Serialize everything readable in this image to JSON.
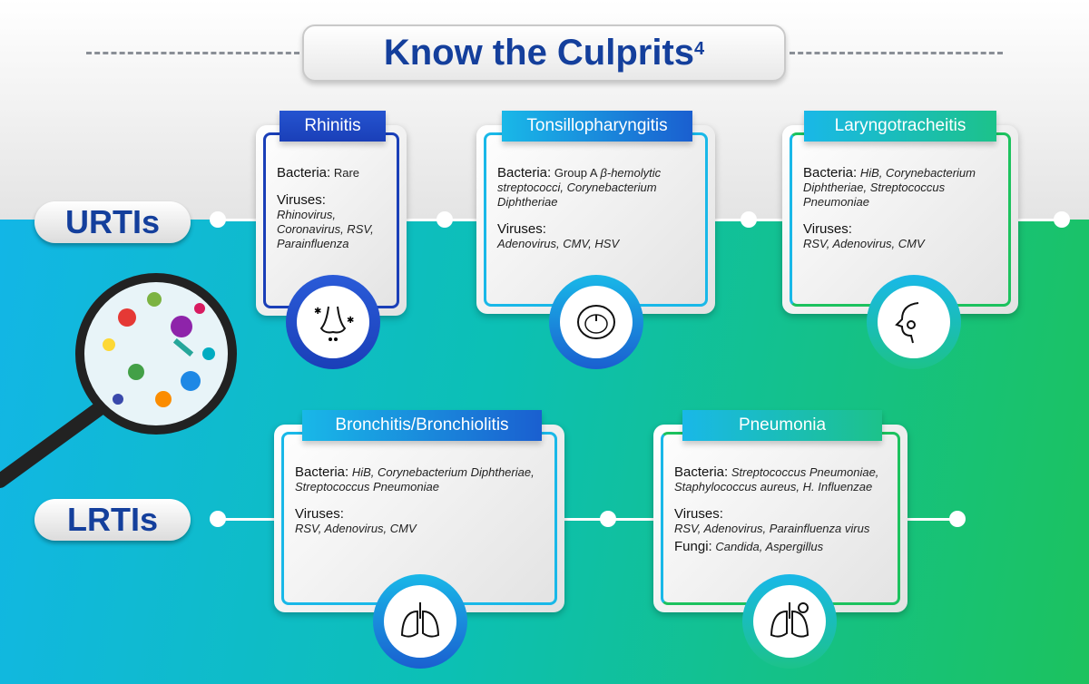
{
  "title": {
    "text": "Know the Culprits",
    "ref": "4"
  },
  "groups": {
    "urti": "URTIs",
    "lrti": "LRTIs"
  },
  "cards": [
    {
      "name": "Rhinitis",
      "bacteria_label": "Bacteria:",
      "bacteria": "Rare",
      "viruses_label": "Viruses:",
      "viruses": "Rhinovirus, Coronavirus, RSV, Parainfluenza",
      "icon": "nose-icon"
    },
    {
      "name": "Tonsillopharyngitis",
      "bacteria_label": "Bacteria:",
      "bacteria_plain": "Group A",
      "bacteria": "β-hemolytic streptococci, Corynebacterium Diphtheriae",
      "viruses_label": "Viruses:",
      "viruses": "Adenovirus, CMV, HSV",
      "icon": "throat-icon"
    },
    {
      "name": "Laryngotracheitis",
      "bacteria_label": "Bacteria:",
      "bacteria": "HiB, Corynebacterium Diphtheriae, Streptococcus Pneumoniae",
      "viruses_label": "Viruses:",
      "viruses": "RSV, Adenovirus, CMV",
      "icon": "larynx-icon"
    },
    {
      "name": "Bronchitis/Bronchiolitis",
      "bacteria_label": "Bacteria:",
      "bacteria": "HiB, Corynebacterium Diphtheriae, Streptococcus Pneumoniae",
      "viruses_label": "Viruses:",
      "viruses": "RSV, Adenovirus, CMV",
      "icon": "lungs-icon"
    },
    {
      "name": "Pneumonia",
      "bacteria_label": "Bacteria:",
      "bacteria": "Streptococcus Pneumoniae, Staphylococcus aureus, H. Influenzae",
      "viruses_label": "Viruses:",
      "viruses": "RSV, Adenovirus, Parainfluenza virus",
      "fungi_label": "Fungi:",
      "fungi": "Candida, Aspergillus",
      "icon": "lungs-germ-icon"
    }
  ],
  "colors": {
    "title": "#143f9c",
    "blue": "#1a3fb8",
    "cyan": "#19b8e8",
    "green": "#1cc25e"
  }
}
